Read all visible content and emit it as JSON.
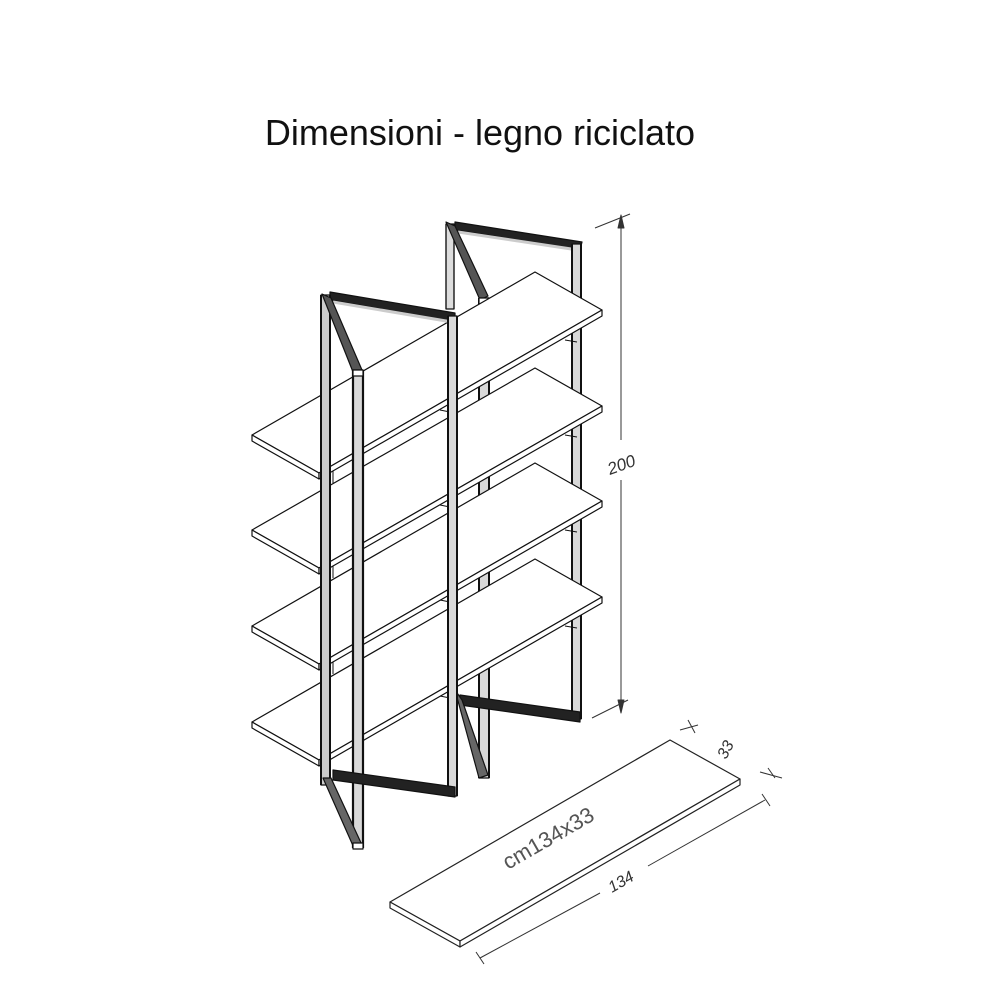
{
  "title": "Dimensioni - legno riciclato",
  "dimensions": {
    "height": "200",
    "depth": "33",
    "width": "134",
    "shelf_label": "cm134x33"
  },
  "colors": {
    "line": "#111111",
    "frame": "#1a1a1a",
    "frame_highlight": "#d8d8d8",
    "dimension_line": "#333333",
    "background": "#ffffff"
  },
  "drawing": {
    "shelf_count": 4,
    "frame_count": 2
  }
}
